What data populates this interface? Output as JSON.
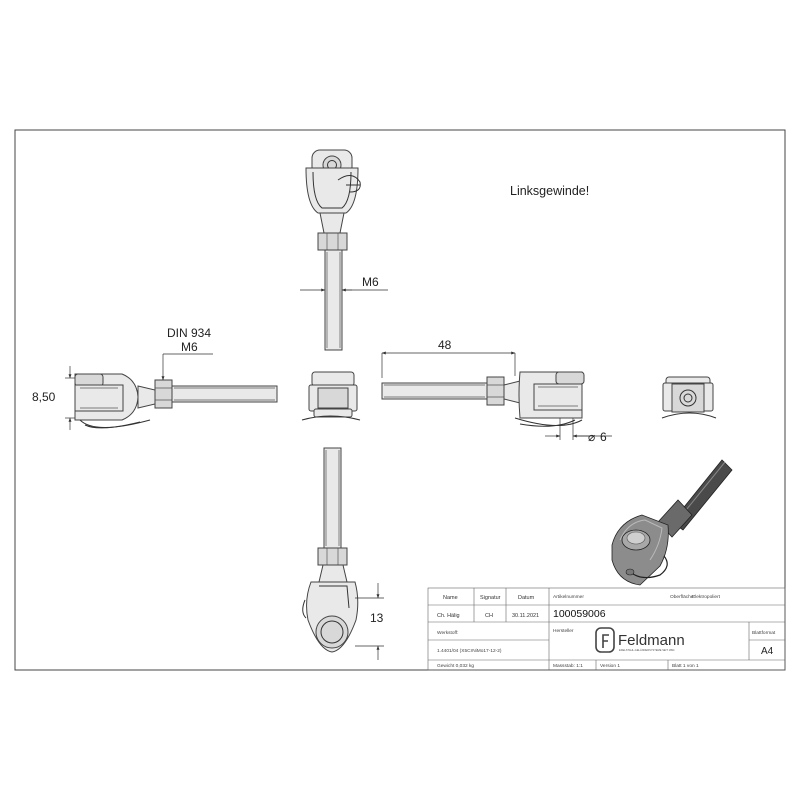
{
  "note": "Linksgewinde!",
  "dimensions": {
    "thread_top": "M6",
    "din_line1": "DIN 934",
    "din_line2": "M6",
    "height_left": "8,50",
    "length_right": "48",
    "pin_diameter": "6",
    "diameter_symbol": "⌀",
    "eye_bottom": "13"
  },
  "title_block": {
    "col_name_header": "Name",
    "col_signature_header": "Signatur",
    "col_date_header": "Datum",
    "author": "Ch. Hälig",
    "signature": "CH",
    "date": "30.11.2021",
    "article_number_label": "Artikelnummer",
    "article_number": "100059006",
    "surface_label": "Oberfläche:",
    "surface_value": "Elektropoliert",
    "manufacturer_label": "Hersteller",
    "material_label": "Werkstoff:",
    "material_value": "1.4401/04 (X5CrNiMo17-12-2)",
    "weight": "Gewicht 0,032 kg",
    "scale_label": "Massstab: 1:1",
    "version": "Version 1",
    "sheet_of": "Blatt 1 von 1",
    "sheet_format_label": "Blattformat",
    "sheet_format": "A4",
    "brand_name": "Feldmann",
    "brand_tagline": "EDELSTAHL-GELÄNDERSYSTEME SEIT 1894"
  }
}
